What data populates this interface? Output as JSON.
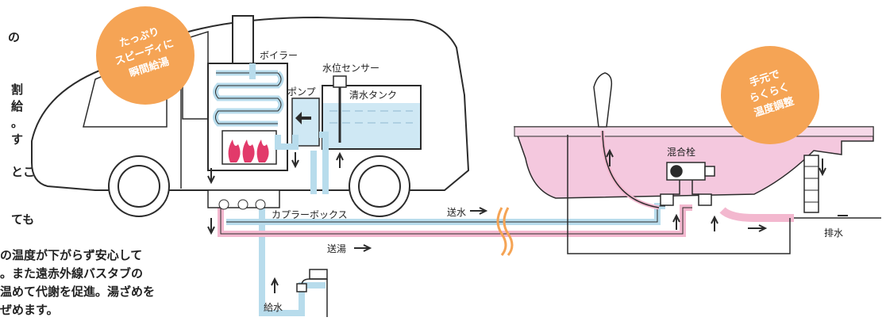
{
  "colors": {
    "cold_pipe": "#b8dcec",
    "hot_pipe": "#f3b8cf",
    "water": "#cfe8f4",
    "tub": "#f4c8de",
    "badge": "#f5a455",
    "flame": "#e23a6a",
    "outline": "#2b2b2b"
  },
  "left_text": {
    "top_char": "の",
    "v1": "割",
    "v2": "給",
    "v3": "。",
    "v4": "す",
    "v5": "とこ",
    "v6": "ても",
    "line1": "の温度が下がらず安心して",
    "line2": "。また遠赤外線バスタブの",
    "line3": "温めて代謝を促進。湯ざめを",
    "line4": "ぜめます。"
  },
  "badge_left": {
    "line1": "たっぷり",
    "line2": "スピーディに",
    "line3": "瞬間給湯"
  },
  "badge_right": {
    "line1": "手元で",
    "line2": "らくらく",
    "line3": "温度調整"
  },
  "labels": {
    "boiler": "ボイラー",
    "water_level_sensor": "水位センサー",
    "pump": "ポンプ",
    "fresh_water_tank": "清水タンク",
    "coupler_box": "カプラーボックス",
    "water_send": "送水",
    "hot_send": "送湯",
    "water_supply": "給水",
    "mixing_faucet": "混合栓",
    "drain": "排水"
  }
}
